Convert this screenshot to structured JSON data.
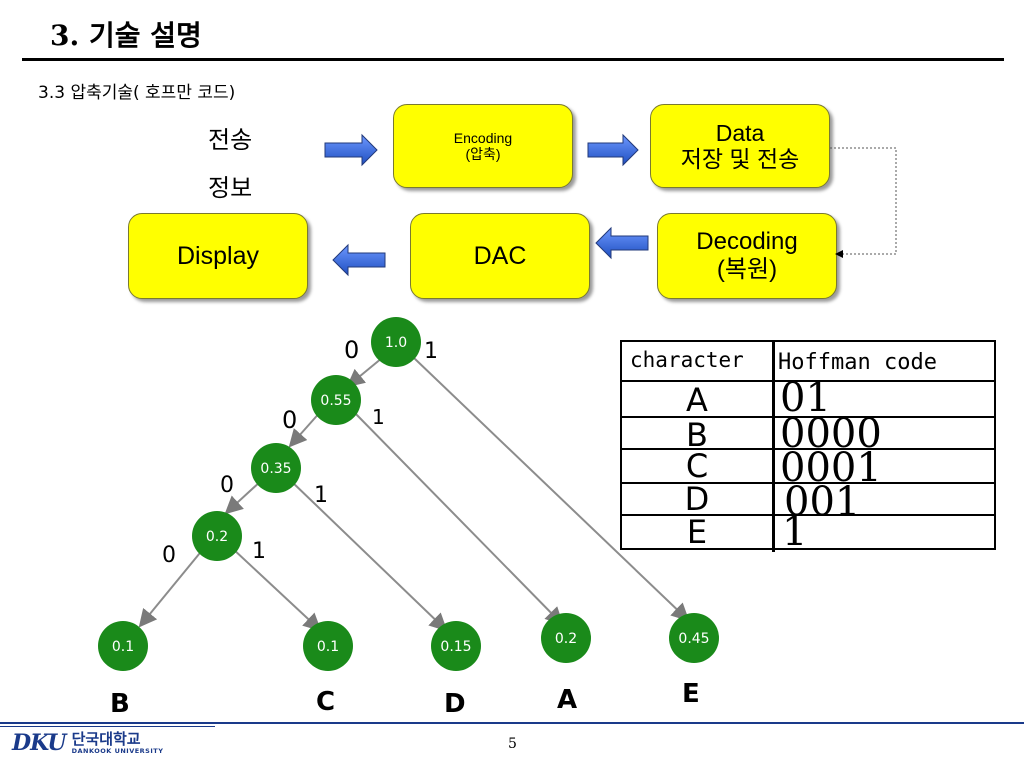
{
  "slide": {
    "title": "3. 기술  설명",
    "subtitle": "3.3 압축기술( 호프만 코드)",
    "page_number": "5"
  },
  "flow": {
    "input_label_line1": "전송",
    "input_label_line2": "정보",
    "encoding_line1": "Encoding",
    "encoding_line2": "(압축)",
    "data_line1": "Data",
    "data_line2": "저장 및 전송",
    "decoding_line1": "Decoding",
    "decoding_line2": "(복원)",
    "dac": "DAC",
    "display": "Display",
    "box_color": "#ffff00",
    "arrow_color": "#3a6fe0"
  },
  "tree": {
    "node_color": "#1a8a1a",
    "node_text_color": "#ffffff",
    "nodes": {
      "root": "1.0",
      "n055": "0.55",
      "n035": "0.35",
      "n02": "0.2",
      "leafB": "0.1",
      "leafC": "0.1",
      "leafD": "0.15",
      "leafA": "0.2",
      "leafE": "0.45"
    },
    "edges": {
      "root_0": "0",
      "root_1": "1",
      "n055_0": "0",
      "n055_1": "1",
      "n035_0": "0",
      "n035_1": "1",
      "n02_0": "0",
      "n02_1": "1"
    },
    "leaf_letters": {
      "B": "B",
      "C": "C",
      "D": "D",
      "A": "A",
      "E": "E"
    }
  },
  "table": {
    "headers": [
      "character",
      "Hoffman code"
    ],
    "rows": [
      [
        "A",
        "01"
      ],
      [
        "B",
        "0000"
      ],
      [
        "C",
        "0001"
      ],
      [
        "D",
        "001"
      ],
      [
        "E",
        "1"
      ]
    ]
  },
  "footer": {
    "logo_mark": "DKU",
    "logo_korean": "단국대학교",
    "logo_english": "DANKOOK UNIVERSITY"
  }
}
